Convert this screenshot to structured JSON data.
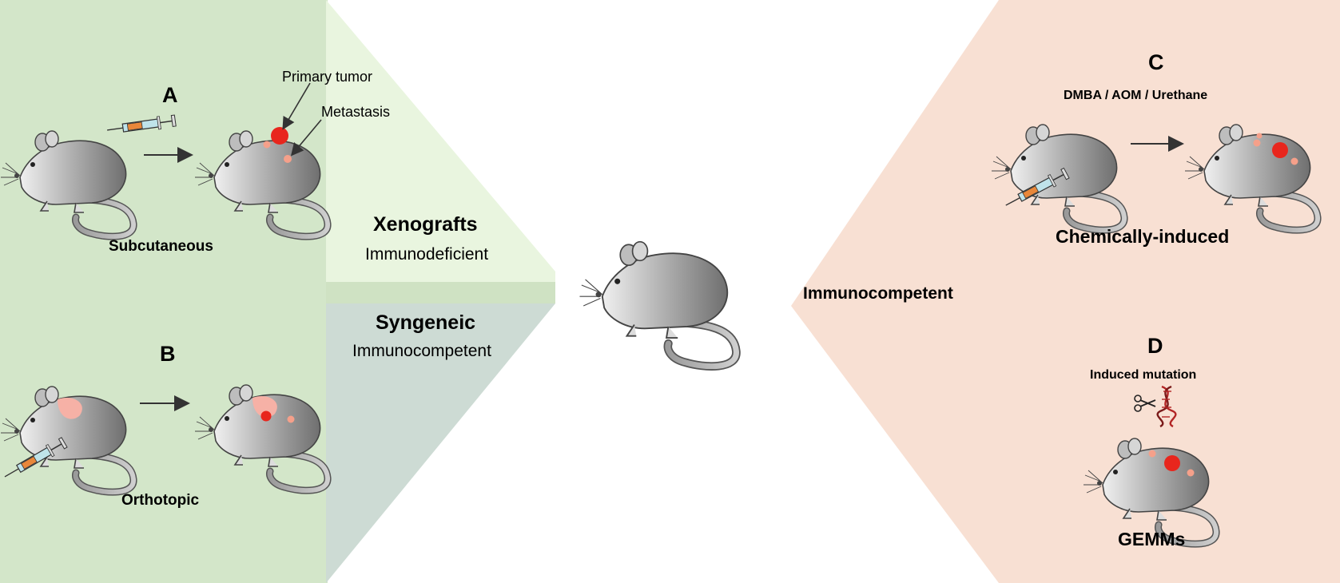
{
  "panels": {
    "A": {
      "letter": "A",
      "caption": "Subcutaneous",
      "primary_tumor_label": "Primary tumor",
      "metastasis_label": "Metastasis"
    },
    "B": {
      "letter": "B",
      "caption": "Orthotopic"
    },
    "C": {
      "letter": "C",
      "carcinogens": "DMBA / AOM / Urethane",
      "caption": "Chemically-induced"
    },
    "D": {
      "letter": "D",
      "induced_label": "Induced mutation",
      "caption": "GEMMs"
    }
  },
  "xenografts": {
    "title": "Xenografts",
    "subtitle": "Immunodeficient"
  },
  "syngeneic": {
    "title": "Syngeneic",
    "subtitle": "Immunocompetent"
  },
  "right_group": {
    "label": "Immunocompetent"
  },
  "colors": {
    "left_green": "#d3e6c9",
    "xeno_light": "#e9f5df",
    "syngeneic_teal": "#cddbd4",
    "right_salmon": "#f8e0d3",
    "tumor_red": "#e8261d",
    "metastasis_pink": "#f5a08a",
    "mouse_dark": "#7a7a7a",
    "mouse_light": "#ececec"
  },
  "icons": [
    "mouse",
    "syringe",
    "arrow",
    "scissors-icon",
    "dna-icon"
  ]
}
